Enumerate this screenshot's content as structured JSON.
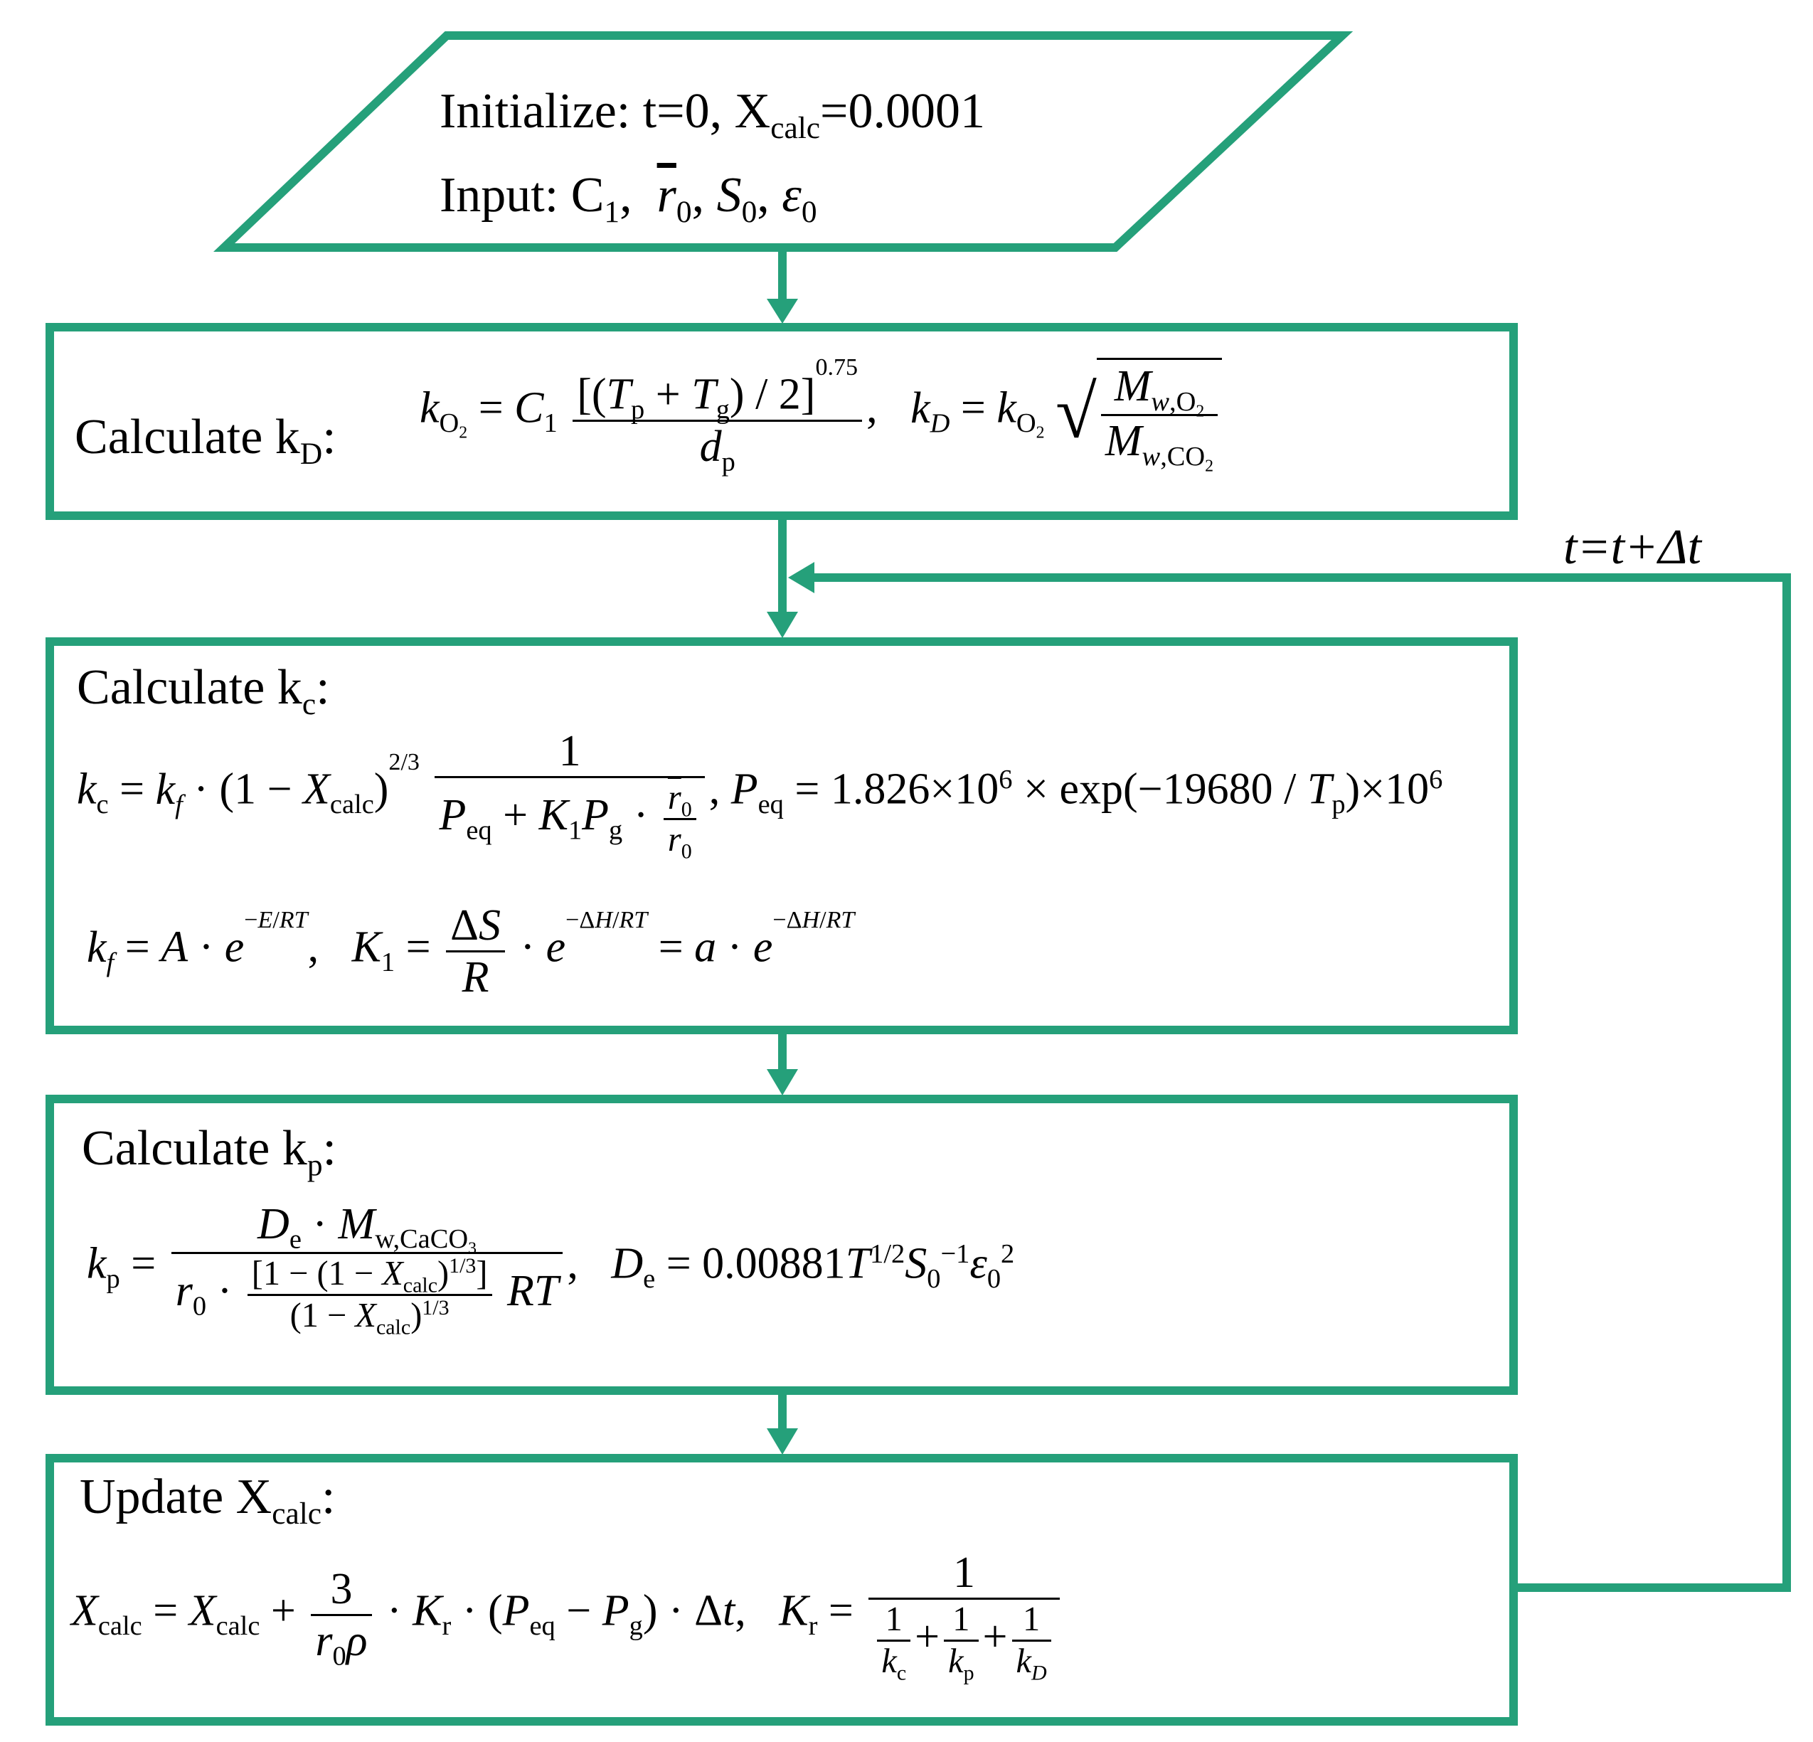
{
  "colors": {
    "stroke": "#25a07a",
    "text": "#000000"
  },
  "start": {
    "line1": "Initialize: t=0, X",
    "line1_sub": "calc",
    "line1_tail": "=0.0001",
    "line2": "Input: C",
    "line2_sub": "1",
    "line2_r": "r",
    "line2_r_sub": "0",
    "line2_s": "S",
    "line2_s_sub": "0",
    "line2_eps": "ε",
    "line2_eps_sub": "0"
  },
  "step_kd": {
    "title": "Calculate k",
    "title_sub": "D",
    "title_colon": ":"
  },
  "step_kc": {
    "title": "Calculate k",
    "title_sub": "c",
    "title_colon": ":"
  },
  "step_kp": {
    "title": "Calculate k",
    "title_sub": "p",
    "title_colon": ":"
  },
  "step_update": {
    "title": "Update X",
    "title_sub": "calc",
    "title_colon": ":"
  },
  "loop": {
    "label": "t=t+Δt"
  }
}
